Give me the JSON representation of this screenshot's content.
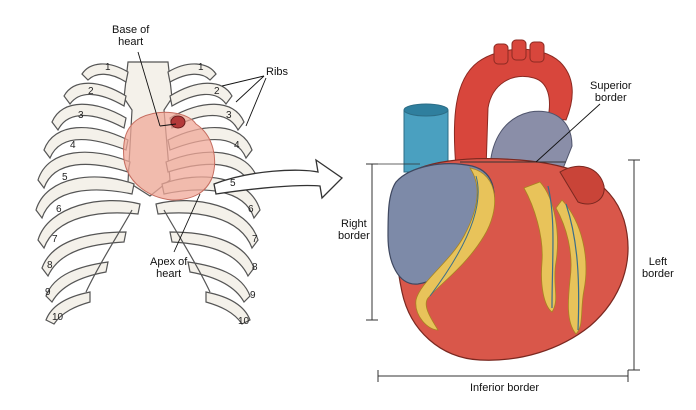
{
  "labels": {
    "base_of_heart": [
      "Base of",
      "heart"
    ],
    "ribs": "Ribs",
    "apex_of_heart": [
      "Apex of",
      "heart"
    ],
    "superior_border": [
      "Superior",
      "border"
    ],
    "right_border": [
      "Right",
      "border"
    ],
    "left_border": [
      "Left",
      "border"
    ],
    "inferior_border": "Inferior border"
  },
  "rib_numbers": [
    "1",
    "2",
    "3",
    "4",
    "5",
    "6",
    "7",
    "8",
    "9",
    "10"
  ],
  "colors": {
    "rib_fill": "#f4f1ea",
    "rib_outline": "#555555",
    "heart_region": "#f0a898",
    "heart_muscle": "#d9574a",
    "aorta": "#d8463c",
    "vena_cava": "#4aa0c0",
    "right_atrium": "#7d8aa8",
    "fat": "#e8c35a"
  }
}
